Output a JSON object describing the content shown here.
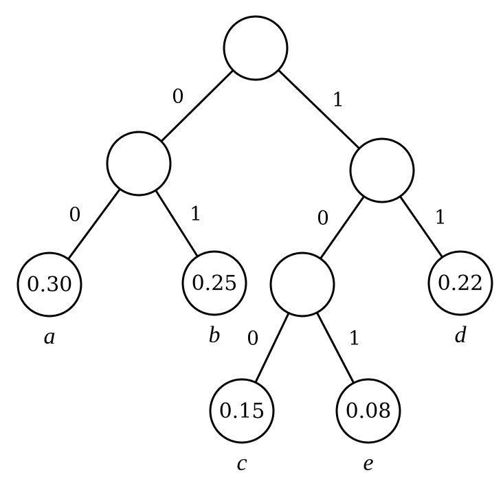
{
  "tree": {
    "nodes": [
      {
        "id": "root",
        "value": "",
        "label": ""
      },
      {
        "id": "n-left",
        "value": "",
        "label": ""
      },
      {
        "id": "n-right",
        "value": "",
        "label": ""
      },
      {
        "id": "leaf-a",
        "value": "0.30",
        "label": "a"
      },
      {
        "id": "leaf-b",
        "value": "0.25",
        "label": "b"
      },
      {
        "id": "n-right-left",
        "value": "",
        "label": ""
      },
      {
        "id": "leaf-d",
        "value": "0.22",
        "label": "d"
      },
      {
        "id": "leaf-c",
        "value": "0.15",
        "label": "c"
      },
      {
        "id": "leaf-e",
        "value": "0.08",
        "label": "e"
      }
    ],
    "edges": [
      {
        "from": "root",
        "to": "n-left",
        "bit": "0"
      },
      {
        "from": "root",
        "to": "n-right",
        "bit": "1"
      },
      {
        "from": "n-left",
        "to": "leaf-a",
        "bit": "0"
      },
      {
        "from": "n-left",
        "to": "leaf-b",
        "bit": "1"
      },
      {
        "from": "n-right",
        "to": "n-right-left",
        "bit": "0"
      },
      {
        "from": "n-right",
        "to": "leaf-d",
        "bit": "1"
      },
      {
        "from": "n-right-left",
        "to": "leaf-c",
        "bit": "0"
      },
      {
        "from": "n-right-left",
        "to": "leaf-e",
        "bit": "1"
      }
    ]
  }
}
